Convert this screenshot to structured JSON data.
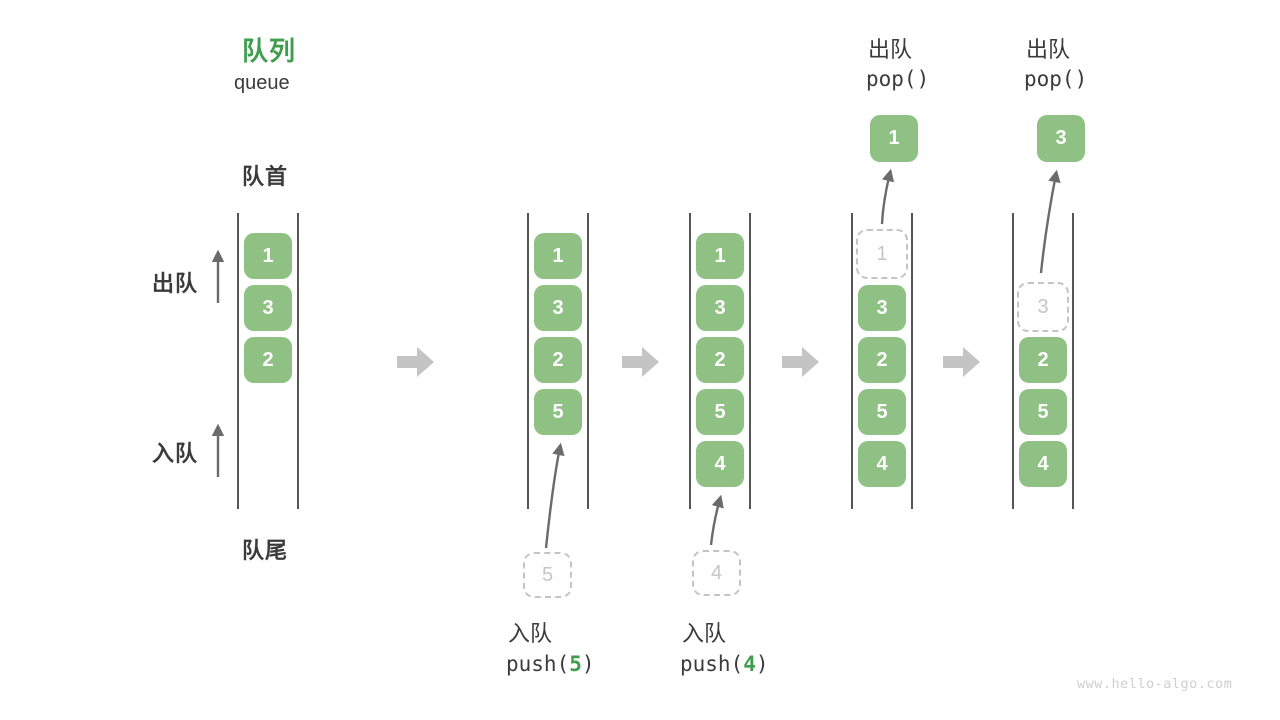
{
  "title": {
    "zh": "队列",
    "en": "queue"
  },
  "side_labels": {
    "front": "队首",
    "rear": "队尾",
    "dequeue": "出队",
    "enqueue": "入队"
  },
  "columns": [
    {
      "cells": [
        "1",
        "3",
        "2"
      ]
    },
    {
      "cells": [
        "1",
        "3",
        "2",
        "5"
      ],
      "pending": "5"
    },
    {
      "cells": [
        "1",
        "3",
        "2",
        "5",
        "4"
      ],
      "pending": "4"
    },
    {
      "ghost": "1",
      "cells": [
        "3",
        "2",
        "5",
        "4"
      ],
      "popped": "1"
    },
    {
      "ghost": "3",
      "cells": [
        "2",
        "5",
        "4"
      ],
      "popped": "3"
    }
  ],
  "ops": {
    "push5": {
      "label": "入队",
      "fn": "push(",
      "arg": "5",
      "close": ")"
    },
    "push4": {
      "label": "入队",
      "fn": "push(",
      "arg": "4",
      "close": ")"
    },
    "pop1": {
      "label": "出队",
      "code": "pop()"
    },
    "pop2": {
      "label": "出队",
      "code": "pop()"
    }
  },
  "watermark": "www.hello-algo.com",
  "colors": {
    "box_green": "#8fc084",
    "accent_green": "#3f9e4d",
    "text_dark": "#3b3b3b",
    "arrow_gray": "#6b6b6b",
    "block_arrow": "#c4c4c4",
    "ghost_gray": "#c6c6c6",
    "line_gray": "#565656"
  }
}
